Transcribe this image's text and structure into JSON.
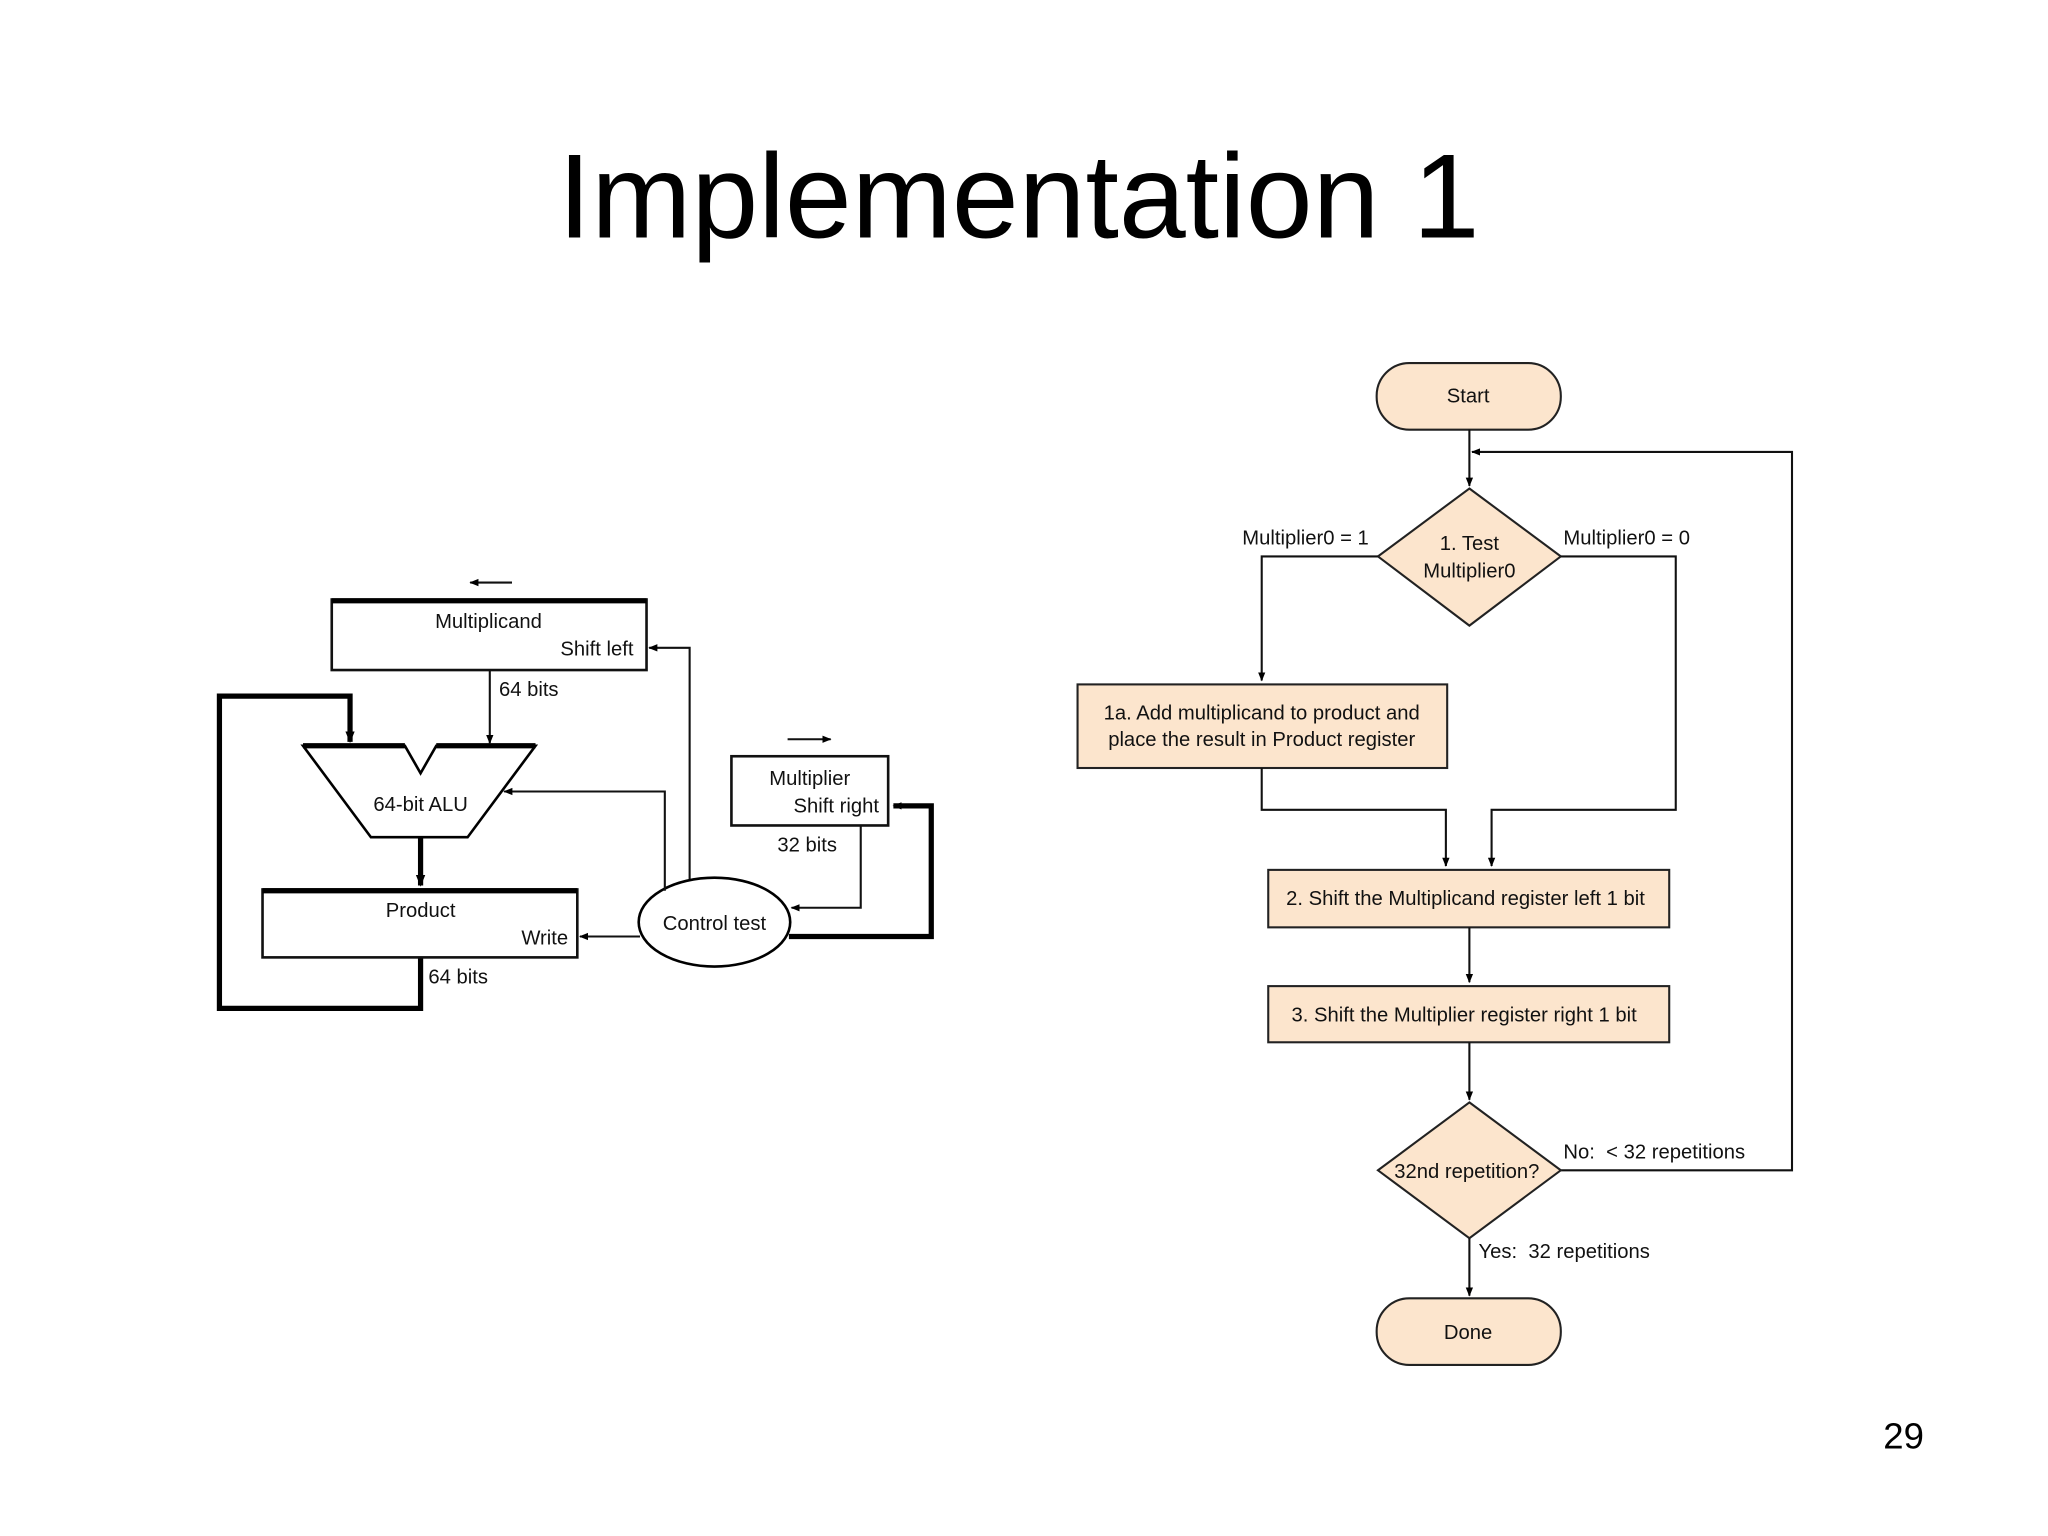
{
  "slide": {
    "title": "Implementation 1",
    "page_number": "29"
  },
  "hardware": {
    "multiplicand": {
      "name": "Multiplicand",
      "control": "Shift left"
    },
    "multiplicand_bus": "64 bits",
    "alu": "64-bit ALU",
    "product": {
      "name": "Product",
      "control": "Write"
    },
    "product_bus": "64 bits",
    "multiplier": {
      "name": "Multiplier",
      "control": "Shift right"
    },
    "multiplier_bus": "32 bits",
    "control": "Control test"
  },
  "flowchart": {
    "fill_color": "#FCE5CD",
    "start": "Start",
    "test": {
      "line1": "1. Test",
      "line2": "Multiplier0"
    },
    "branch_one": "Multiplier0 = 1",
    "branch_zero": "Multiplier0 = 0",
    "step1a": {
      "line1": "1a. Add multiplicand to product and",
      "line2": "place the result in Product register"
    },
    "step2": "2. Shift the Multiplicand register left 1 bit",
    "step3": "3. Shift the Multiplier register right 1 bit",
    "repeat_test": "32nd repetition?",
    "no_label": "No:  < 32 repetitions",
    "yes_label": "Yes:  32 repetitions",
    "done": "Done"
  }
}
